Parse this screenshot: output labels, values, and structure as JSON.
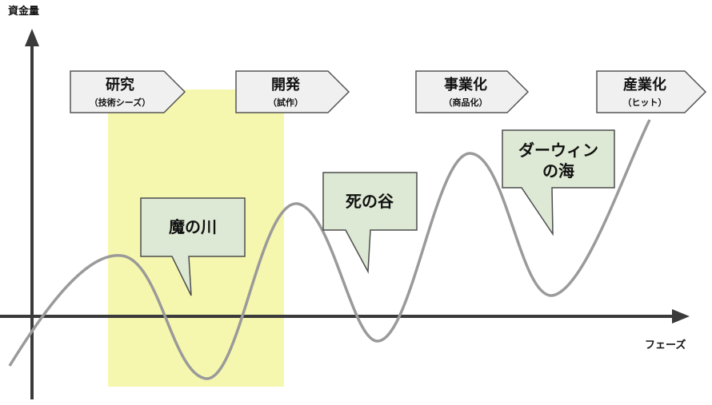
{
  "axes": {
    "y_label": "資金量",
    "x_label": "フェーズ"
  },
  "phases": [
    {
      "title": "研究",
      "subtitle": "（技術シーズ）"
    },
    {
      "title": "開発",
      "subtitle": "（試作）"
    },
    {
      "title": "事業化",
      "subtitle": "（商品化）"
    },
    {
      "title": "産業化",
      "subtitle": "（ヒット）"
    }
  ],
  "callouts": [
    {
      "lines": [
        "魔の川"
      ]
    },
    {
      "lines": [
        "死の谷"
      ]
    },
    {
      "lines": [
        "ダーウィン",
        "の海"
      ]
    }
  ],
  "colors": {
    "axis": "#3a3a3a",
    "curve": "#9a9a9a",
    "highlight": "#f6f7ae",
    "phase_fill": "#f0f0f0",
    "callout_fill": "#dde9d4",
    "callout_stroke": "#4d4d4d"
  }
}
